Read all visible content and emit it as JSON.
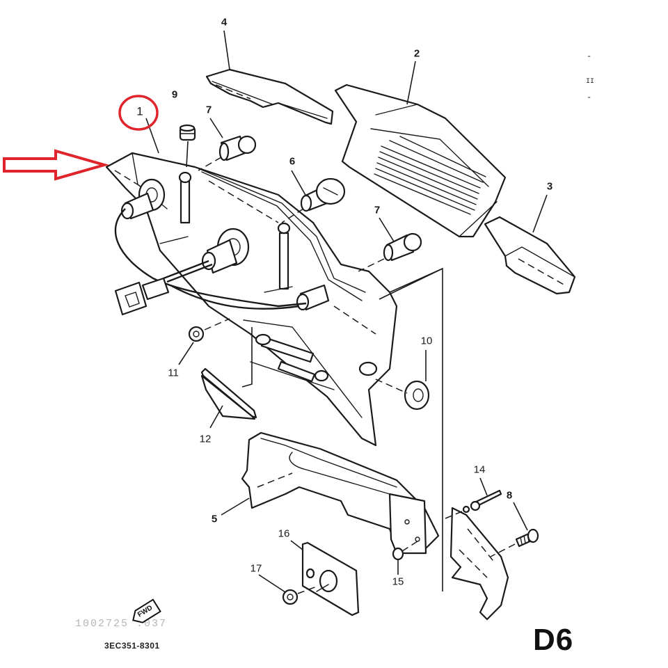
{
  "diagram": {
    "type": "exploded-parts-diagram",
    "page_code": "D6",
    "drawing_number": "3EC351-8301",
    "faded_reference_text": "1002725 .037",
    "direction_marker": {
      "label": "FWD",
      "icon": "fwd-arrow-icon"
    },
    "annotations": {
      "highlight_circle": {
        "target_part": "1",
        "color": "#e0242b"
      },
      "pointer_arrow": {
        "direction": "right",
        "color": "#e0242b",
        "points_to": "part-1-front-corner"
      }
    },
    "edge_marks": [
      "-",
      "II",
      "-"
    ],
    "callouts": [
      {
        "number": "1",
        "highlighted": true
      },
      {
        "number": "2"
      },
      {
        "number": "3"
      },
      {
        "number": "4"
      },
      {
        "number": "5"
      },
      {
        "number": "6"
      },
      {
        "number": "7"
      },
      {
        "number": "7"
      },
      {
        "number": "8"
      },
      {
        "number": "9"
      },
      {
        "number": "10"
      },
      {
        "number": "11"
      },
      {
        "number": "12"
      },
      {
        "number": "14"
      },
      {
        "number": "15"
      },
      {
        "number": "16"
      },
      {
        "number": "17"
      }
    ]
  },
  "chart_data": {
    "type": "table",
    "title": "D6",
    "subtitle": "3EC351-8301",
    "columns": [
      "callout",
      "approx_position_xy"
    ],
    "rows": [
      [
        "1",
        [
          205,
          158
        ]
      ],
      [
        "2",
        [
          599,
          77
        ]
      ],
      [
        "3",
        [
          790,
          268
        ]
      ],
      [
        "4",
        [
          322,
          32
        ]
      ],
      [
        "5",
        [
          308,
          746
        ]
      ],
      [
        "6",
        [
          420,
          232
        ]
      ],
      [
        "7",
        [
          300,
          158
        ]
      ],
      [
        "7",
        [
          542,
          302
        ]
      ],
      [
        "8",
        [
          732,
          712
        ]
      ],
      [
        "9",
        [
          251,
          136
        ]
      ],
      [
        "10",
        [
          613,
          490
        ]
      ],
      [
        "11",
        [
          249,
          536
        ]
      ],
      [
        "12",
        [
          295,
          631
        ]
      ],
      [
        "14",
        [
          689,
          675
        ]
      ],
      [
        "15",
        [
          572,
          836
        ]
      ],
      [
        "16",
        [
          408,
          767
        ]
      ],
      [
        "17",
        [
          368,
          817
        ]
      ]
    ]
  }
}
